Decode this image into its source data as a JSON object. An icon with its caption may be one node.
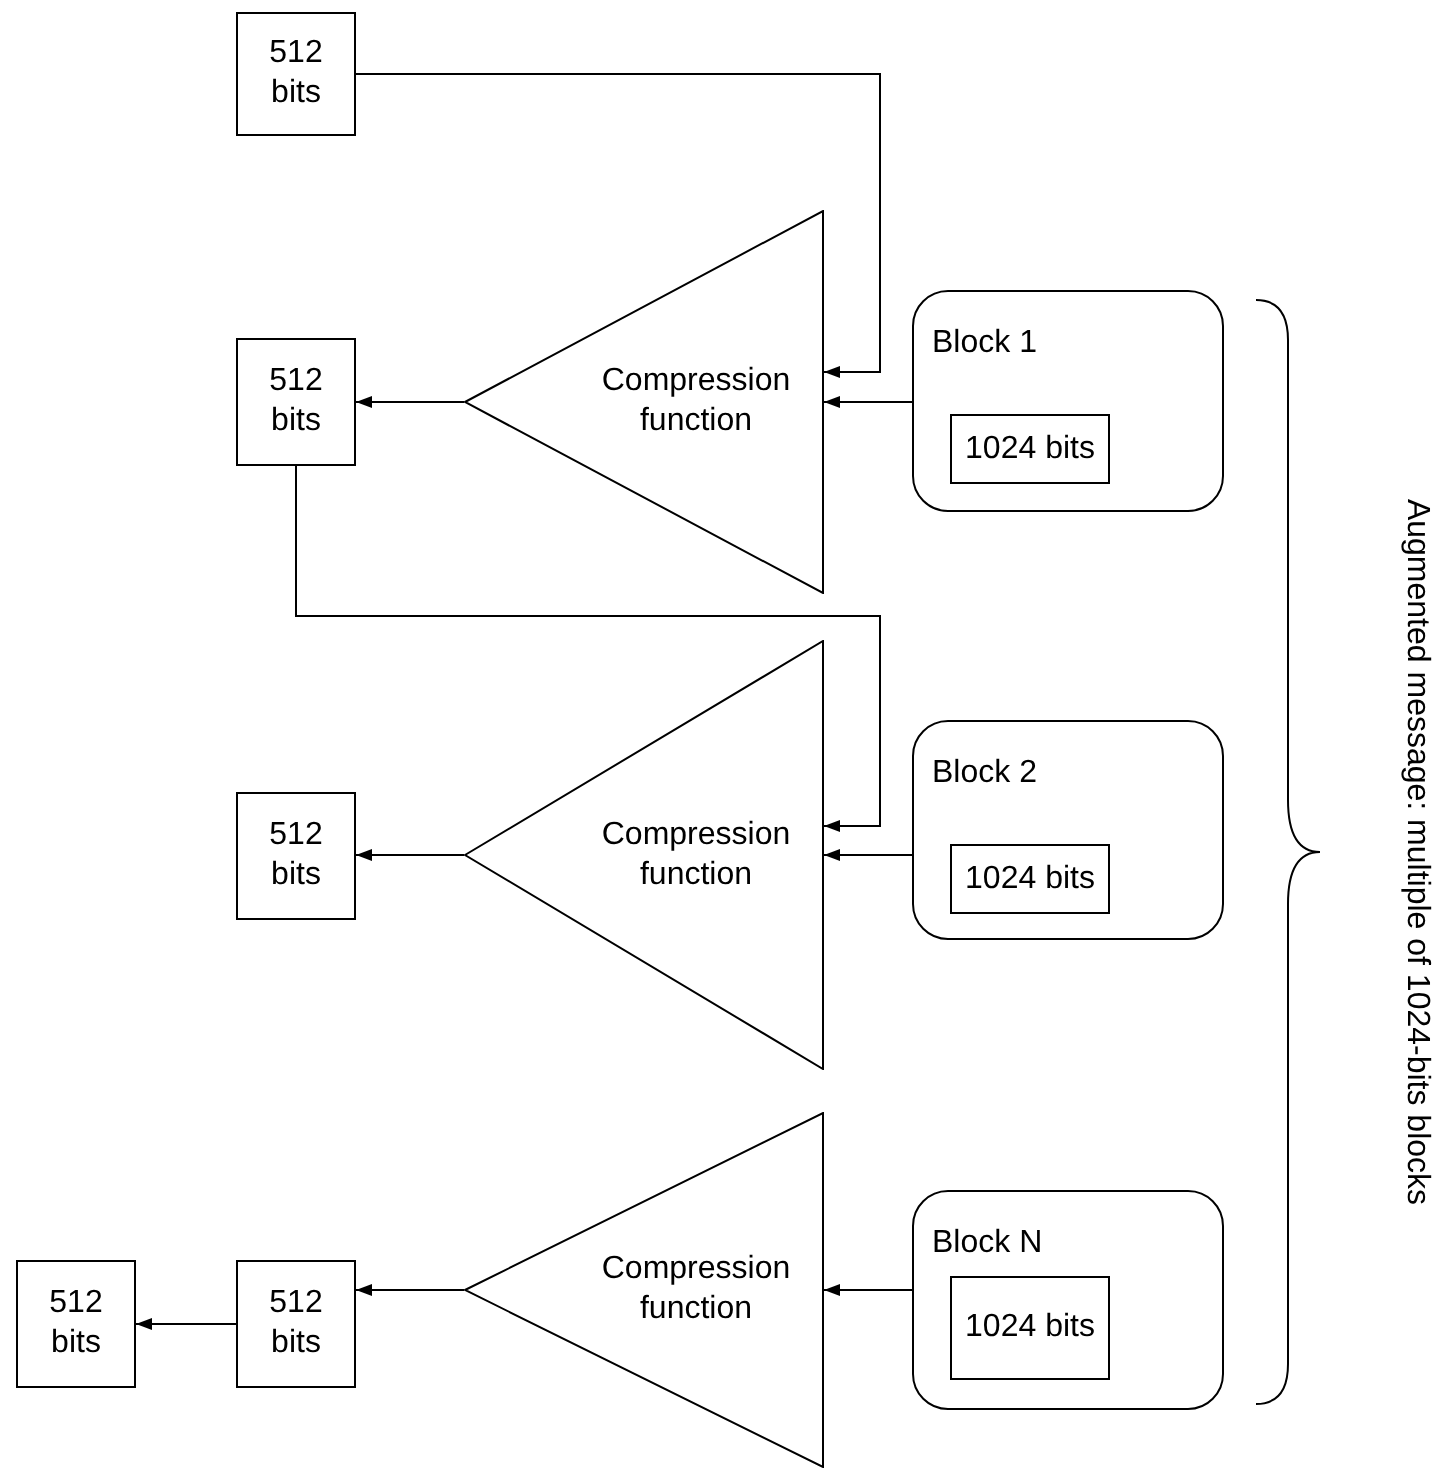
{
  "diagram": {
    "nodes": [
      {
        "text": [
          "512 bits"
        ]
      },
      {
        "text": [
          "Compression function"
        ]
      },
      {
        "text": [
          "Block 1"
        ]
      },
      {
        "text": [
          "1024 bits"
        ],
        "in": 2
      },
      {
        "text": [
          "512 bits"
        ]
      },
      {
        "text": [
          "Compression function"
        ]
      },
      {
        "text": [
          "Block 2"
        ]
      },
      {
        "text": [
          "1024 bits"
        ],
        "in": 6
      },
      {
        "text": [
          "512 bits"
        ]
      },
      {
        "text": [
          "Compression function"
        ]
      },
      {
        "text": [
          "Block N"
        ]
      },
      {
        "text": [
          "1024 bits"
        ],
        "in": 10
      },
      {
        "text": [
          "512 bits"
        ]
      },
      {
        "text": [
          "512 bits"
        ]
      }
    ],
    "edges": [
      {
        "from": 0,
        "to": 1,
        "arrow": "to"
      },
      {
        "from": 2,
        "to": 1,
        "arrow": "to"
      },
      {
        "from": 1,
        "to": 4,
        "arrow": "to"
      },
      {
        "from": 4,
        "to": 5,
        "arrow": "to"
      },
      {
        "from": 6,
        "to": 5,
        "arrow": "to"
      },
      {
        "from": 5,
        "to": 8,
        "arrow": "to"
      },
      {
        "from": 10,
        "to": 9,
        "arrow": "to"
      },
      {
        "from": 9,
        "to": 12,
        "arrow": "to"
      },
      {
        "from": 12,
        "to": 13,
        "arrow": "to"
      }
    ],
    "labels": [
      "Augmented message: multiple of 1024-bits blocks"
    ]
  }
}
